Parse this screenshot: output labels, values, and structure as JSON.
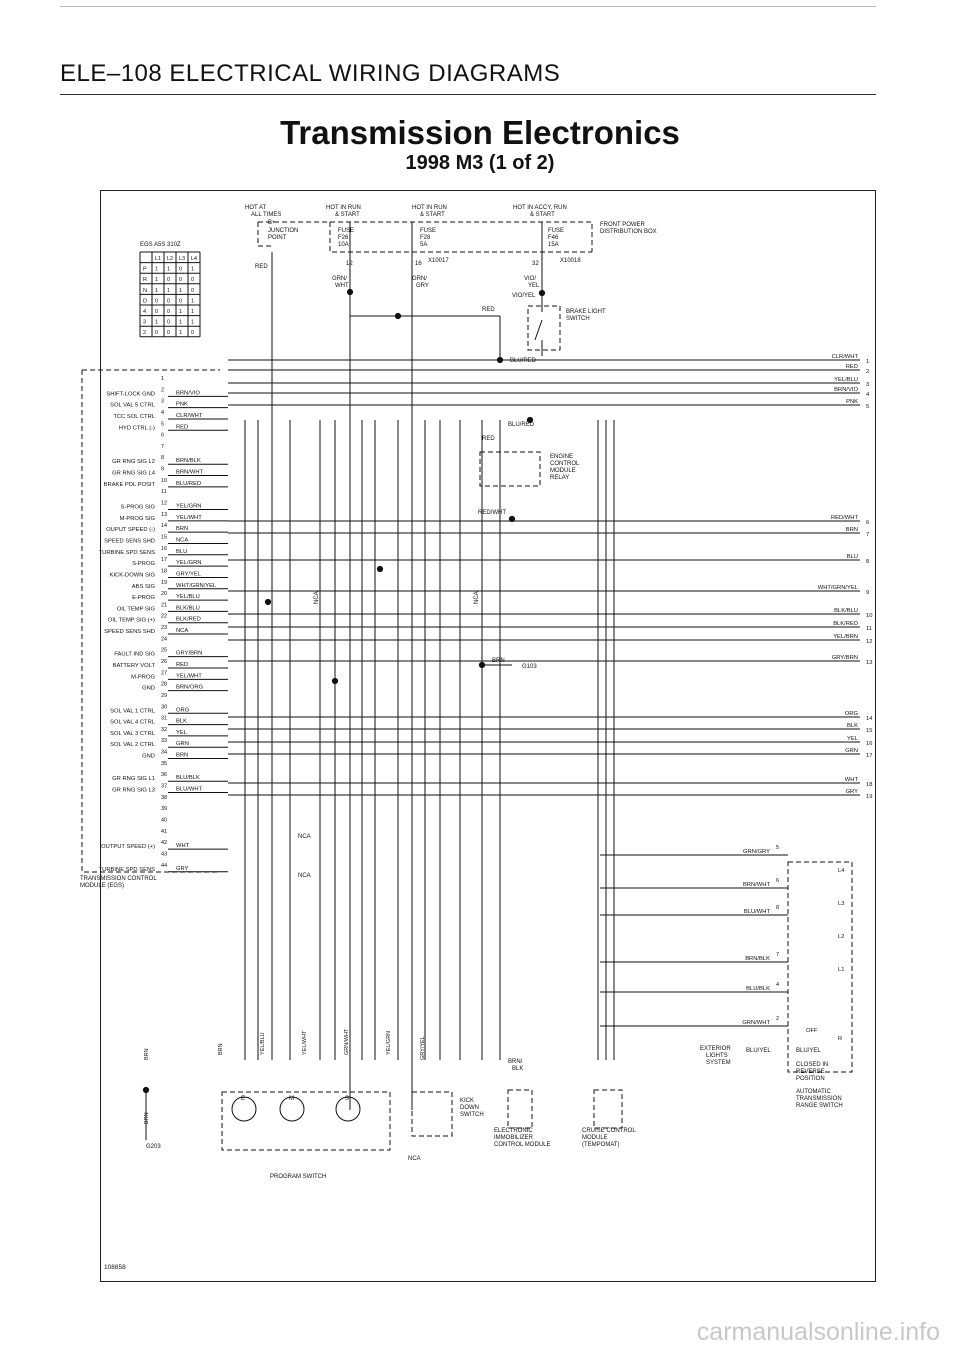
{
  "header": {
    "text": "ELE–108 ELECTRICAL WIRING DIAGRAMS"
  },
  "title": "Transmission Electronics",
  "subtitle": "1998 M3 (1 of 2)",
  "figure_id": "108858",
  "watermark": "carmanualsonline.info",
  "power": {
    "hot_at_all": "HOT AT ALL TIMES",
    "hot_in_run_start": "HOT IN RUN & START",
    "hot_in_run_start_2": "HOT IN RUN & START",
    "hot_in_accy_run_start": "HOT IN ACCY, RUN & START",
    "bplus": "B+",
    "junction_point": "JUNCTION POINT",
    "fuse_f26": [
      "FUSE",
      "F26",
      "10A"
    ],
    "fuse_f28": [
      "FUSE",
      "F28",
      "5A"
    ],
    "fuse_f46": [
      "FUSE",
      "F46",
      "15A"
    ],
    "front_power_dist": "FRONT POWER DISTRIBUTION BOX",
    "x10017": "X10017",
    "x10018": "X10018"
  },
  "egs_table": {
    "title": "EGS A5S 310Z",
    "headers": [
      "",
      "L1",
      "L2",
      "L3",
      "L4"
    ],
    "rows": [
      [
        "P",
        "1",
        "1",
        "0",
        "1"
      ],
      [
        "R",
        "1",
        "0",
        "0",
        "0"
      ],
      [
        "N",
        "1",
        "1",
        "1",
        "0"
      ],
      [
        "D",
        "0",
        "0",
        "0",
        "1"
      ],
      [
        "4",
        "0",
        "0",
        "1",
        "1"
      ],
      [
        "3",
        "1",
        "0",
        "1",
        "1"
      ],
      [
        "2",
        "0",
        "0",
        "1",
        "0"
      ]
    ]
  },
  "egs_pins": [
    {
      "pin": "1",
      "signal": "",
      "wire": ""
    },
    {
      "pin": "2",
      "signal": "SHIFT-LOCK GND",
      "wire": "BRN/VIO"
    },
    {
      "pin": "3",
      "signal": "SOL VAL 5 CTRL",
      "wire": "PNK"
    },
    {
      "pin": "4",
      "signal": "TCC SOL CTRL",
      "wire": "CLR/WHT"
    },
    {
      "pin": "5",
      "signal": "HYD CTRL (-)",
      "wire": "RED"
    },
    {
      "pin": "6",
      "signal": "",
      "wire": ""
    },
    {
      "pin": "7",
      "signal": "",
      "wire": ""
    },
    {
      "pin": "8",
      "signal": "GR RNG SIG L2",
      "wire": "BRN/BLK"
    },
    {
      "pin": "9",
      "signal": "GR RNG SIG L4",
      "wire": "BRN/WHT"
    },
    {
      "pin": "10",
      "signal": "BRAKE PDL POSIT",
      "wire": "BLU/RED"
    },
    {
      "pin": "11",
      "signal": "",
      "wire": ""
    },
    {
      "pin": "12",
      "signal": "S-PROG SIG",
      "wire": "YEL/GRN"
    },
    {
      "pin": "13",
      "signal": "M-PROG SIG",
      "wire": "YEL/WHT"
    },
    {
      "pin": "14",
      "signal": "OUPUT SPEED (-)",
      "wire": "BRN"
    },
    {
      "pin": "15",
      "signal": "SPEED SENS SHD",
      "wire": "NCA"
    },
    {
      "pin": "16",
      "signal": "TURBINE SPD SENS",
      "wire": "BLU"
    },
    {
      "pin": "17",
      "signal": "S-PROG",
      "wire": "YEL/GRN"
    },
    {
      "pin": "18",
      "signal": "KICK-DOWN SIG",
      "wire": "GRY/YEL"
    },
    {
      "pin": "19",
      "signal": "ABS SIG",
      "wire": "WHT/GRN/YEL"
    },
    {
      "pin": "20",
      "signal": "E-PROG",
      "wire": "YEL/BLU"
    },
    {
      "pin": "21",
      "signal": "OIL TEMP SIG",
      "wire": "BLK/BLU"
    },
    {
      "pin": "22",
      "signal": "OIL TEMP SIG (+)",
      "wire": "BLK/RED"
    },
    {
      "pin": "23",
      "signal": "SPEED SENS SHD",
      "wire": "NCA"
    },
    {
      "pin": "24",
      "signal": "",
      "wire": ""
    },
    {
      "pin": "25",
      "signal": "FAULT IND SIG",
      "wire": "GRY/BRN"
    },
    {
      "pin": "26",
      "signal": "BATTERY VOLT",
      "wire": "RED"
    },
    {
      "pin": "27",
      "signal": "M-PROG",
      "wire": "YEL/WHT"
    },
    {
      "pin": "28",
      "signal": "GND",
      "wire": "BRN/ORG"
    },
    {
      "pin": "29",
      "signal": "",
      "wire": ""
    },
    {
      "pin": "30",
      "signal": "SOL VAL 1 CTRL",
      "wire": "ORG"
    },
    {
      "pin": "31",
      "signal": "SOL VAL 4 CTRL",
      "wire": "BLK"
    },
    {
      "pin": "32",
      "signal": "SOL VAL 3 CTRL",
      "wire": "YEL"
    },
    {
      "pin": "33",
      "signal": "SOL VAL 2 CTRL",
      "wire": "GRN"
    },
    {
      "pin": "34",
      "signal": "GND",
      "wire": "BRN"
    },
    {
      "pin": "35",
      "signal": "",
      "wire": ""
    },
    {
      "pin": "36",
      "signal": "GR RNG SIG L1",
      "wire": "BLU/BLK"
    },
    {
      "pin": "37",
      "signal": "GR RNG SIG L3",
      "wire": "BLU/WHT"
    },
    {
      "pin": "38",
      "signal": "",
      "wire": ""
    },
    {
      "pin": "39",
      "signal": "",
      "wire": ""
    },
    {
      "pin": "40",
      "signal": "",
      "wire": ""
    },
    {
      "pin": "41",
      "signal": "",
      "wire": ""
    },
    {
      "pin": "42",
      "signal": "OUTPUT SPEED (+)",
      "wire": "WHT"
    },
    {
      "pin": "43",
      "signal": "",
      "wire": ""
    },
    {
      "pin": "44",
      "signal": "TURBINE SPD SENS",
      "wire": "GRY"
    }
  ],
  "egs_label": [
    "TRANSMISSION CONTROL",
    "MODULE (EGS)"
  ],
  "right_wires": [
    {
      "num": "1",
      "wire": "CLR/WHT"
    },
    {
      "num": "2",
      "wire": "RED"
    },
    {
      "num": "3",
      "wire": "YEL/BLU"
    },
    {
      "num": "4",
      "wire": "BRN/VIO"
    },
    {
      "num": "5",
      "wire": "PNK"
    },
    {
      "num": "6",
      "wire": "RED/WHT"
    },
    {
      "num": "7",
      "wire": "BRN"
    },
    {
      "num": "8",
      "wire": "BLU"
    },
    {
      "num": "9",
      "wire": "WHT/GRN/YEL"
    },
    {
      "num": "10",
      "wire": "BLK/BLU"
    },
    {
      "num": "11",
      "wire": "BLK/RED"
    },
    {
      "num": "12",
      "wire": "YEL/BRN"
    },
    {
      "num": "13",
      "wire": "GRY/BRN"
    },
    {
      "num": "14",
      "wire": "ORG"
    },
    {
      "num": "15",
      "wire": "BLK"
    },
    {
      "num": "16",
      "wire": "YEL"
    },
    {
      "num": "17",
      "wire": "GRN"
    },
    {
      "num": "18",
      "wire": "WHT"
    },
    {
      "num": "19",
      "wire": "GRY"
    }
  ],
  "brake_light_switch": "BRAKE LIGHT SWITCH",
  "engine_relay": [
    "ENGINE",
    "CONTROL",
    "MODULE",
    "RELAY"
  ],
  "wires_misc": {
    "red": "RED",
    "grn_wht": "GRN/ WHT",
    "grn_gry": "GRN/ GRY",
    "vio_yel": "VIO/ YEL",
    "vio_yel2": "VIO/YEL",
    "blu_red": "BLU/RED",
    "red_wht": "RED/WHT",
    "nca": "NCA",
    "brn_g103": "BRN",
    "g103": "G103",
    "g203": "G203",
    "brn": "BRN",
    "brn_blk": "BRN/ BLK",
    "blu_yel": "BLU/YEL"
  },
  "range_switch": {
    "wires": [
      {
        "num": "5",
        "wire": "GRN/GRY"
      },
      {
        "num": "6",
        "wire": "BRN/WHT"
      },
      {
        "num": "8",
        "wire": "BLU/WHT"
      },
      {
        "num": "7",
        "wire": "BRN/BLK"
      },
      {
        "num": "4",
        "wire": "BLU/BLK"
      },
      {
        "num": "2",
        "wire": "GRN/WHT"
      }
    ],
    "labels": [
      "L4",
      "L3",
      "L2",
      "L1"
    ],
    "off": "OFF",
    "r": "R",
    "exterior_lights": "EXTERIOR LIGHTS SYSTEM",
    "closed": [
      "CLOSED IN",
      "REVERSE",
      "POSITION"
    ],
    "name": [
      "AUTOMATIC",
      "TRANSMISSION",
      "RANGE SWITCH"
    ]
  },
  "program_switch": {
    "name": "PROGRAM SWITCH",
    "positions": [
      "E",
      "M",
      "S"
    ],
    "wires": [
      "BRN",
      "YEL/BLU",
      "YEL/WHT",
      "GRN/WHT",
      "YEL/GRN"
    ]
  },
  "kickdown": {
    "name": [
      "KICK",
      "DOWN",
      "SWITCH"
    ],
    "wire": "GRY/YEL"
  },
  "ecm_label": [
    "ELECTRONIC",
    "IMMOBILIZER",
    "CONTROL MODULE"
  ],
  "cruise_label": [
    "CRUISE CONTROL",
    "MODULE",
    "(TEMPOMAT)"
  ]
}
